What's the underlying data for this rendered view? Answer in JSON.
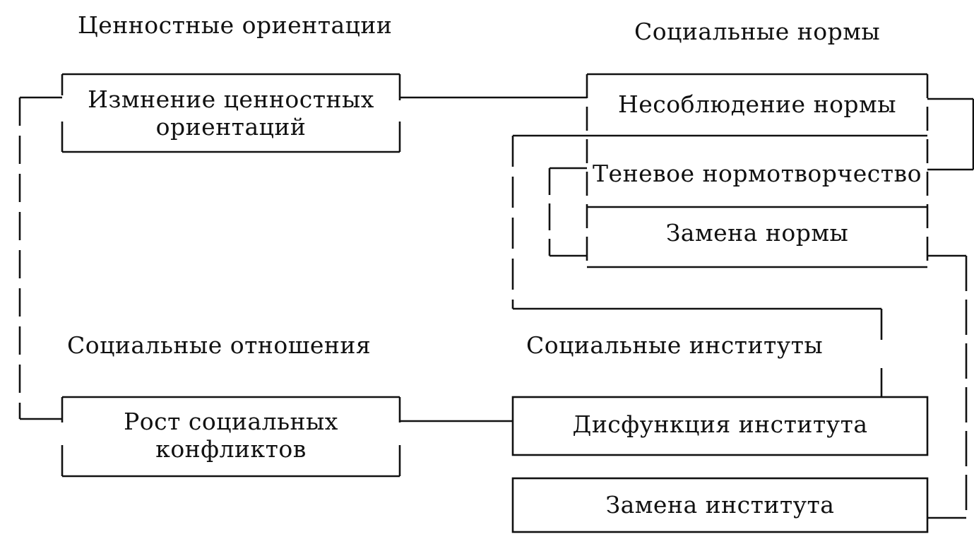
{
  "sections": {
    "value_orientations": {
      "title": "Ценностные ориентации"
    },
    "social_norms": {
      "title": "Социальные нормы"
    },
    "social_relations": {
      "title": "Социальные отношения"
    },
    "social_institutions": {
      "title": "Социальные институты"
    }
  },
  "boxes": {
    "value_change": {
      "line1": "Измнение ценностных",
      "line2": "ориентаций"
    },
    "norm_noncompliance": {
      "text": "Несоблюдение нормы"
    },
    "shadow_norm_making": {
      "text": "Теневое нормотворчество"
    },
    "norm_replacement": {
      "text": "Замена нормы"
    },
    "conflict_growth": {
      "line1": "Рост социальных",
      "line2": "конфликтов"
    },
    "institution_dysfunction": {
      "text": "Дисфункция института"
    },
    "institution_replacement": {
      "text": "Замена института"
    }
  }
}
